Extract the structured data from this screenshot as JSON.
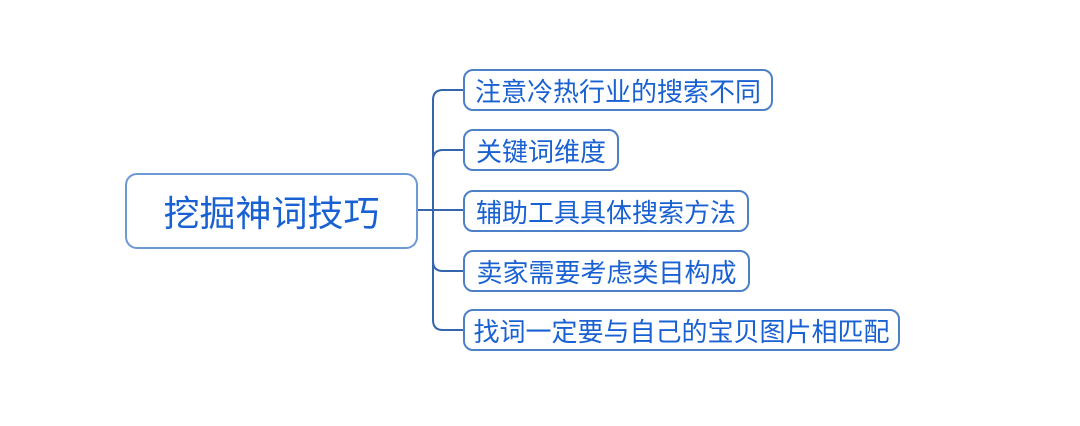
{
  "diagram": {
    "type": "mindmap",
    "orientation": "left-to-right",
    "root": {
      "label": "挖掘神词技巧"
    },
    "children": [
      {
        "label": "注意冷热行业的搜索不同"
      },
      {
        "label": "关键词维度"
      },
      {
        "label": "辅助工具具体搜索方法"
      },
      {
        "label": "卖家需要考虑类目构成"
      },
      {
        "label": "找词一定要与自己的宝贝图片相匹配"
      }
    ],
    "colors": {
      "text": "#1961d2",
      "root_border": "#6d99d4",
      "child_border": "#4d80c6",
      "connector": "#3465ad",
      "background": "#ffffff"
    }
  }
}
